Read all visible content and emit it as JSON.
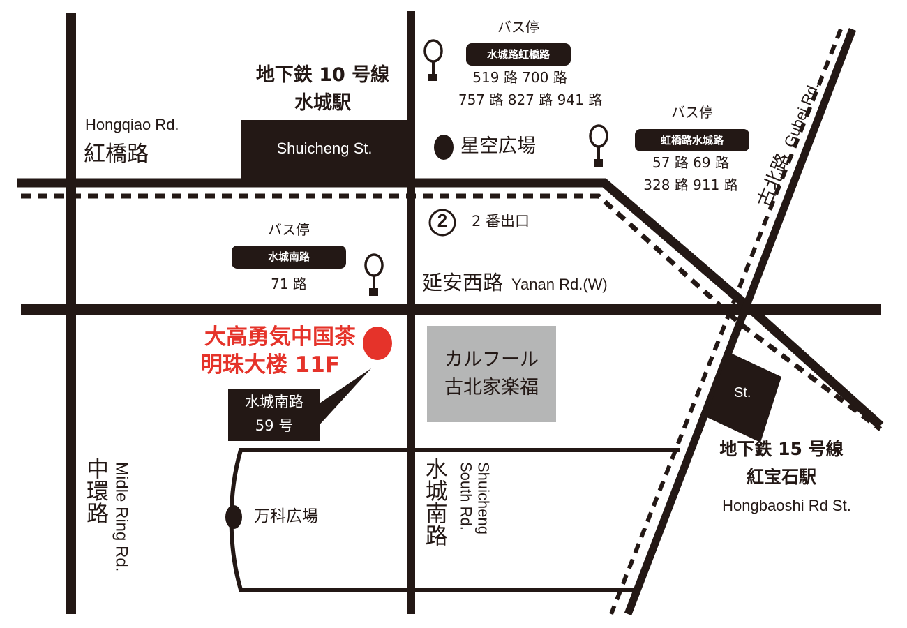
{
  "colors": {
    "road": "#231815",
    "highlight": "#e5332a",
    "store_block": "#b5b6b6",
    "background": "#ffffff"
  },
  "roads": {
    "hongqiao": {
      "en": "Hongqiao Rd.",
      "jp": "紅橋路"
    },
    "yanan": {
      "jp": "延安西路",
      "en": "Yanan Rd.(W)"
    },
    "gubei": {
      "jp": "古北路",
      "en": "Gubei Rd."
    },
    "middle_ring": {
      "jp": "中環路",
      "en": "Midle Ring Rd."
    },
    "shuicheng_south": {
      "jp": "水城南路",
      "en_line1": "Shuicheng",
      "en_line2": "South Rd."
    }
  },
  "stations": {
    "line10": {
      "line": "地下鉄 10 号線",
      "name": "水城駅",
      "sign": "Shuicheng St."
    },
    "line15": {
      "line": "地下鉄 15 号線",
      "name": "紅宝石駅",
      "en": "Hongbaoshi Rd St.",
      "sign": "St."
    }
  },
  "bus_stops": [
    {
      "heading": "バス停",
      "name": "水城路虹橋路",
      "routes_line1": "519 路 700 路",
      "routes_line2": "757 路 827 路 941 路"
    },
    {
      "heading": "バス停",
      "name": "虹橋路水城路",
      "routes_line1": "57 路 69 路",
      "routes_line2": "328 路 911 路"
    },
    {
      "heading": "バス停",
      "name": "水城南路",
      "routes_line1": "71 路"
    }
  ],
  "landmarks": {
    "xingkong": "星空広場",
    "vanke": "万科広場",
    "exit2": {
      "number": "2",
      "label": "2 番出口"
    },
    "carrefour_line1": "カルフール",
    "carrefour_line2": "古北家楽福"
  },
  "destination": {
    "name": "大高勇気中国茶",
    "building": "明珠大楼 11F",
    "address_line1": "水城南路",
    "address_line2": "59 号"
  }
}
